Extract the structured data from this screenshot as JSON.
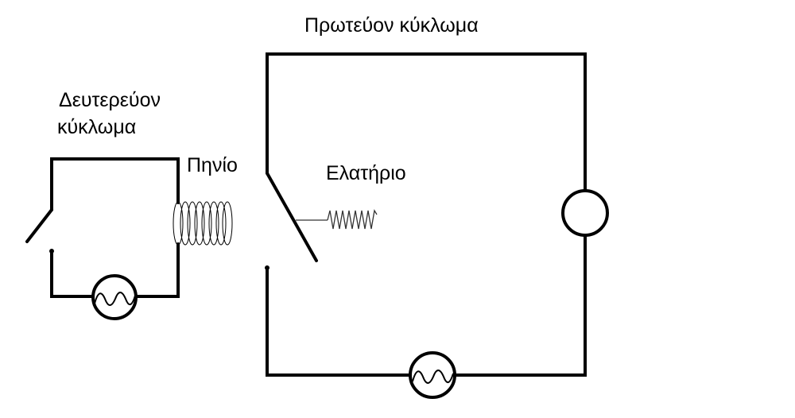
{
  "labels": {
    "primary_circuit": "Πρωτεύον κύκλωμα",
    "secondary_circuit_line1": "Δευτερεύον",
    "secondary_circuit_line2": "κύκλωμα",
    "coil": "Πηνίο",
    "spring": "Ελατήριο"
  },
  "colors": {
    "wire": "#000000",
    "background": "#ffffff"
  }
}
